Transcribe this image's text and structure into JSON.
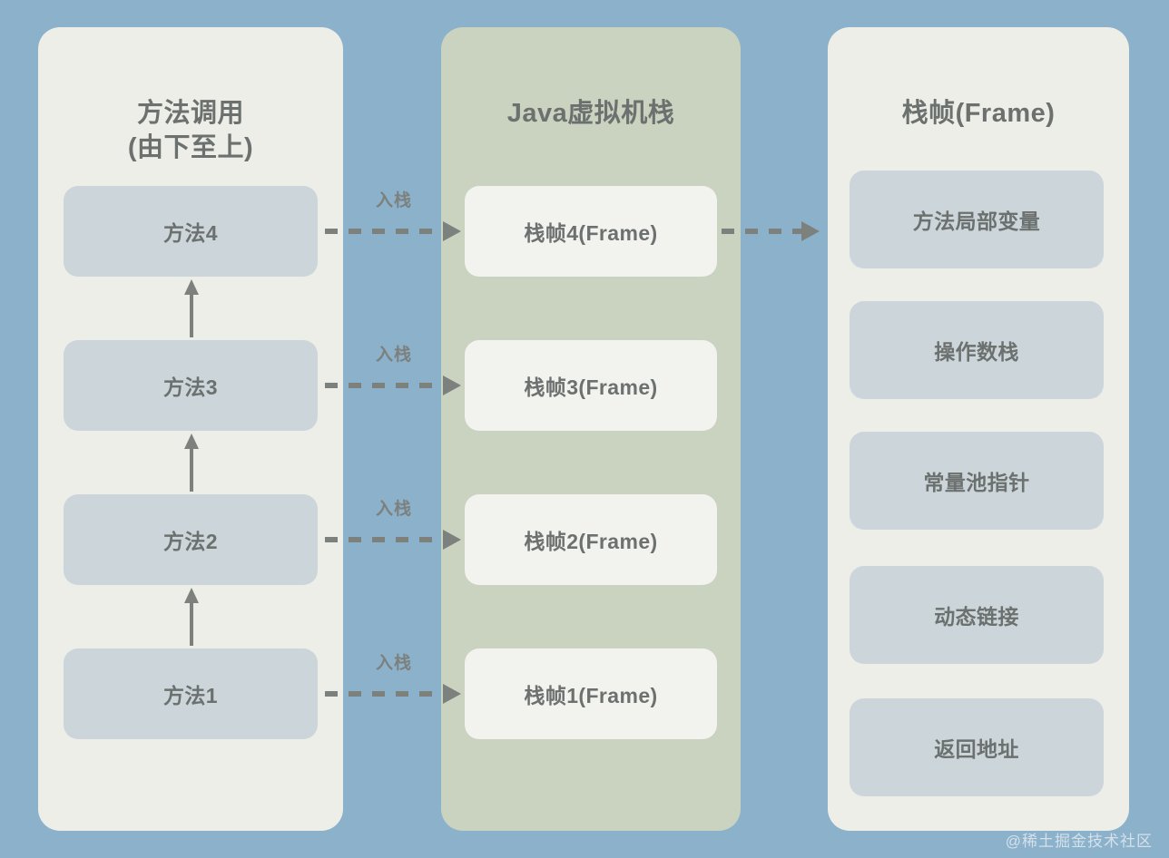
{
  "background_color": "#8cb1cb",
  "panels": [
    {
      "id": "method-call",
      "title_line1": "方法调用",
      "title_line2": "(由下至上)",
      "bg_color": "#eceee7",
      "items": [
        {
          "label": "方法4"
        },
        {
          "label": "方法3"
        },
        {
          "label": "方法2"
        },
        {
          "label": "方法1"
        }
      ]
    },
    {
      "id": "jvm-stack",
      "title_line1": "Java虚拟机栈",
      "title_line2": "",
      "bg_color": "#c9d3c0",
      "items": [
        {
          "label": "栈帧4(Frame)"
        },
        {
          "label": "栈帧3(Frame)"
        },
        {
          "label": "栈帧2(Frame)"
        },
        {
          "label": "栈帧1(Frame)"
        }
      ]
    },
    {
      "id": "frame-detail",
      "title_line1": "栈帧(Frame)",
      "title_line2": "",
      "bg_color": "#eceee7",
      "items": [
        {
          "label": "方法局部变量"
        },
        {
          "label": "操作数栈"
        },
        {
          "label": "常量池指针"
        },
        {
          "label": "动态链接"
        },
        {
          "label": "返回地址"
        }
      ]
    }
  ],
  "push_arrows": [
    {
      "label": "入栈"
    },
    {
      "label": "入栈"
    },
    {
      "label": "入栈"
    },
    {
      "label": "入栈"
    }
  ],
  "expand_arrow": {
    "label": ""
  },
  "call_order_arrows": [
    {
      "direction": "up"
    },
    {
      "direction": "up"
    },
    {
      "direction": "up"
    }
  ],
  "watermark": {
    "text": "@稀土掘金技术社区"
  },
  "colors": {
    "box_blue": "#ccd6da",
    "box_cream": "#f2f2ee",
    "text": "#6c716f",
    "arrow": "#7c817e"
  }
}
